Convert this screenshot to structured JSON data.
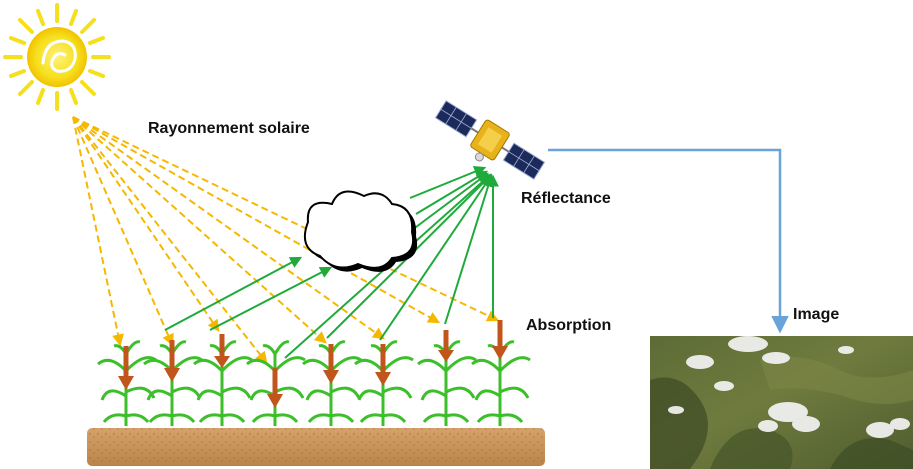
{
  "labels": {
    "solar_radiation": "Rayonnement solaire",
    "reflectance": "Réflectance",
    "absorption": "Absorption",
    "image": "Image"
  },
  "icons": {
    "sun": "sun-icon",
    "cloud": "cloud-icon",
    "satellite": "satellite-icon",
    "plant": "corn-plant-icon",
    "soil": "soil-strip"
  },
  "colors": {
    "sun": "#f6df1d",
    "solar_rays": "#f5b800",
    "reflected_rays": "#1faa3b",
    "absorption_arrows": "#c0561c",
    "plant_leaves": "#3cbf2a",
    "soil": "#c9955c",
    "link_line": "#6aa3d8",
    "cloud_outline": "#000000"
  }
}
